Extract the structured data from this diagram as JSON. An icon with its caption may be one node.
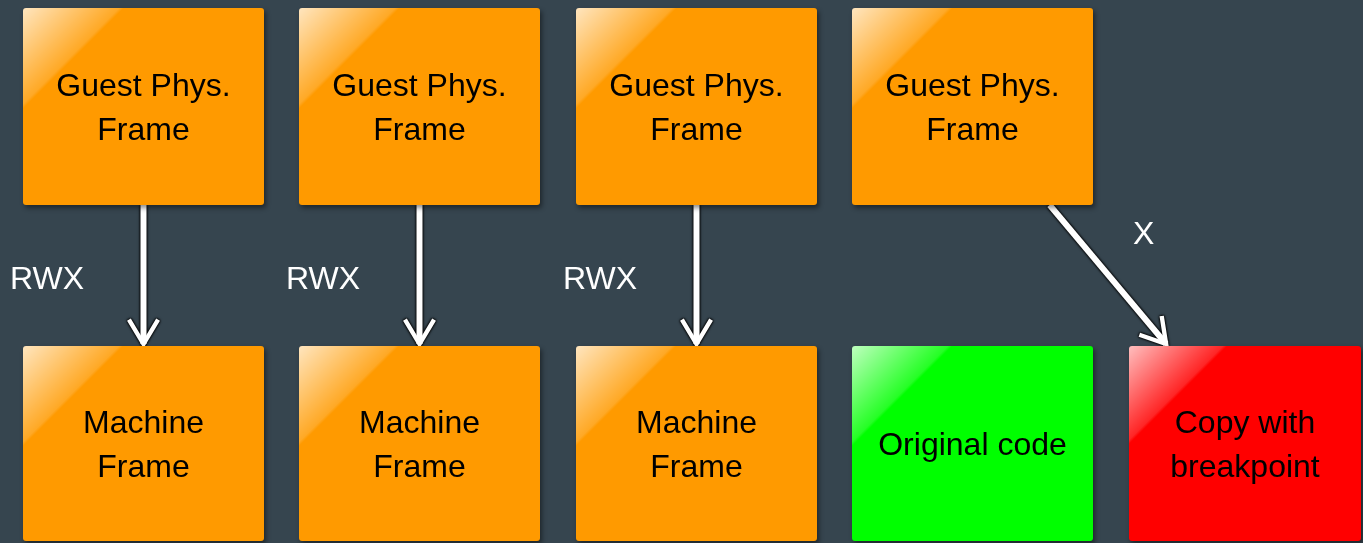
{
  "diagram": {
    "nodes": [
      {
        "text": [
          "Guest Phys. Frame"
        ]
      },
      {
        "text": [
          "Guest Phys. Frame"
        ]
      },
      {
        "text": [
          "Guest Phys. Frame"
        ]
      },
      {
        "text": [
          "Guest Phys. Frame"
        ]
      },
      {
        "text": [
          "Machine Frame"
        ]
      },
      {
        "text": [
          "Machine Frame"
        ]
      },
      {
        "text": [
          "Machine Frame"
        ]
      },
      {
        "text": [
          "Original code"
        ]
      },
      {
        "text": [
          "Copy with breakpoint"
        ]
      }
    ],
    "edges": [
      {
        "from": 0,
        "to": 4,
        "arrow": "to",
        "label": "RWX"
      },
      {
        "from": 1,
        "to": 5,
        "arrow": "to",
        "label": "RWX"
      },
      {
        "from": 2,
        "to": 6,
        "arrow": "to",
        "label": "RWX"
      },
      {
        "from": 3,
        "to": 8,
        "arrow": "to",
        "label": "X"
      }
    ]
  }
}
